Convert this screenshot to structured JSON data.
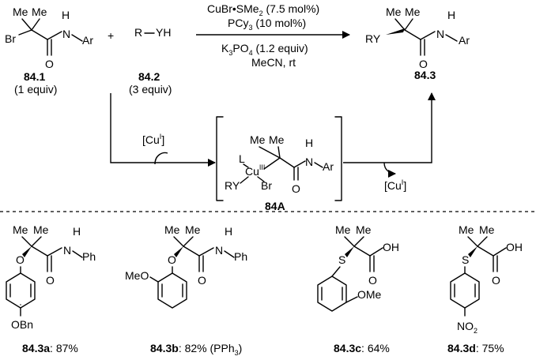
{
  "scheme": {
    "start_material": {
      "compound_id": "84.1",
      "amount": "(1 equiv)",
      "atoms": {
        "br": "Br",
        "me1": "Me",
        "me2": "Me",
        "h": "H",
        "n": "N",
        "ar": "Ar",
        "o": "O"
      }
    },
    "plus": "+",
    "nucleophile": {
      "compound_id": "84.2",
      "amount": "(3 equiv)",
      "formula_r": "R",
      "formula_yh": "YH"
    },
    "conditions": {
      "catalyst": "CuBr•SMe",
      "catalyst_sub": "2",
      "catalyst_loading": " (7.5 mol%)",
      "ligand": "PCy",
      "ligand_sub": "3",
      "ligand_loading": " (10 mol%)",
      "base": "K",
      "base_sub": "3",
      "base_rest": "PO",
      "base_sub2": "4",
      "base_amount": " (1.2 equiv)",
      "solvent": "MeCN, rt"
    },
    "product": {
      "compound_id": "84.3",
      "atoms": {
        "ry": "RY",
        "me1": "Me",
        "me2": "Me",
        "h": "H",
        "n": "N",
        "ar": "Ar",
        "o": "O"
      }
    },
    "cu_in": {
      "open": "[Cu",
      "sup": "I",
      "close": "]"
    },
    "cu_out": {
      "open": "[Cu",
      "sup": "I",
      "close": "]"
    },
    "intermediate": {
      "compound_id": "84A",
      "atoms": {
        "l": "L",
        "cu": "Cu",
        "cu_sup": "III",
        "ry": "RY",
        "br": "Br",
        "me1": "Me",
        "me2": "Me",
        "h": "H",
        "n": "N",
        "ar": "Ar",
        "o": "O"
      }
    }
  },
  "examples": [
    {
      "compound_id": "84.3a",
      "yield": ": 87%",
      "atoms": {
        "me1": "Me",
        "me2": "Me",
        "o_link": "O",
        "h": "H",
        "n": "N",
        "ph": "Ph",
        "o": "O",
        "obn": "OBn"
      }
    },
    {
      "compound_id": "84.3b",
      "yield": ": 82% (PPh",
      "yield_sub": "3",
      "yield_close": ")",
      "atoms": {
        "me1": "Me",
        "me2": "Me",
        "o_link": "O",
        "meo": "MeO",
        "h": "H",
        "n": "N",
        "ph": "Ph",
        "o": "O"
      }
    },
    {
      "compound_id": "84.3c",
      "yield": ": 64%",
      "atoms": {
        "me1": "Me",
        "me2": "Me",
        "s": "S",
        "oh": "OH",
        "o": "O",
        "ome": "OMe"
      }
    },
    {
      "compound_id": "84.3d",
      "yield": ": 75%",
      "atoms": {
        "me1": "Me",
        "me2": "Me",
        "s": "S",
        "oh": "OH",
        "o": "O",
        "no2": "NO",
        "no2_sub": "2"
      }
    }
  ]
}
